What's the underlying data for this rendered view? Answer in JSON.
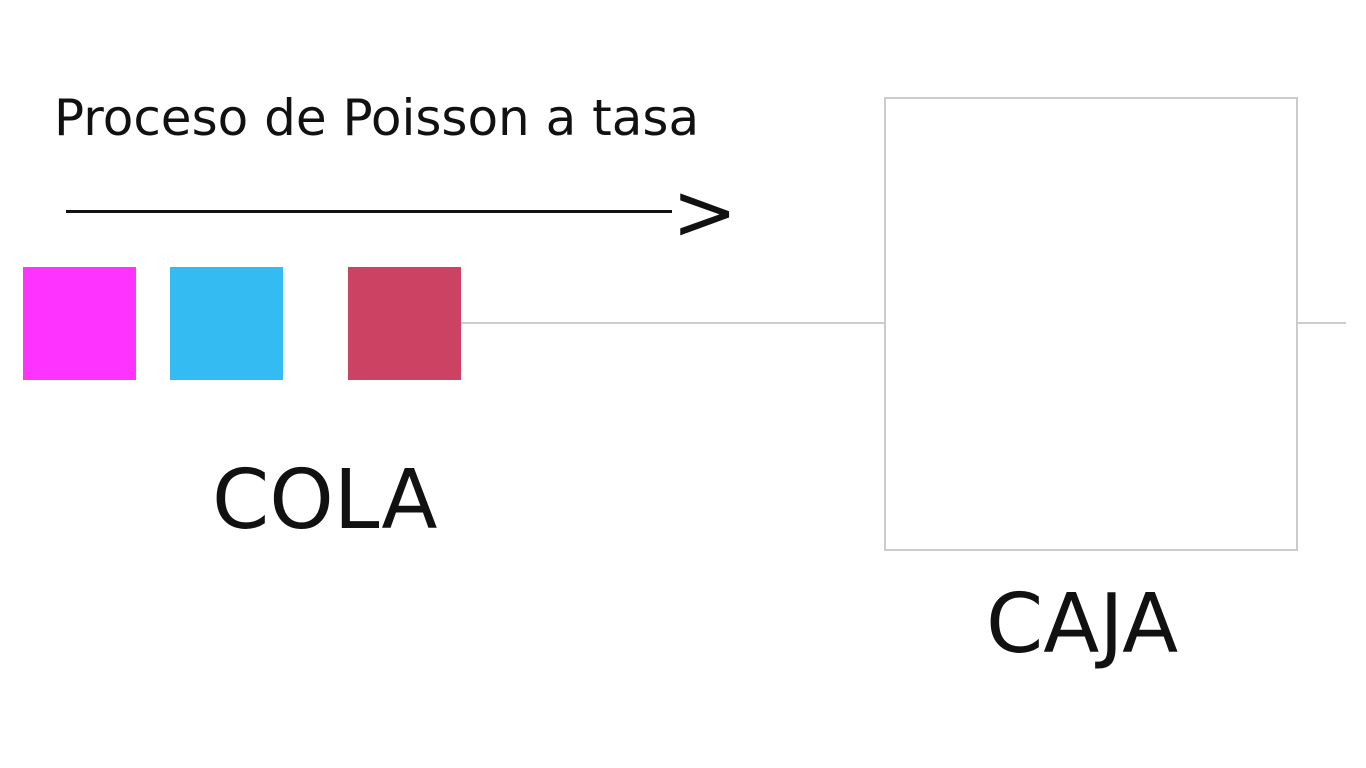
{
  "diagram": {
    "arrival_label": "Proceso de Poisson a tasa",
    "arrow_head": ">",
    "queue_label": "COLA",
    "server_label": "CAJA"
  },
  "customers": [
    {
      "color": "#ff33ff"
    },
    {
      "color": "#33bbf2"
    },
    {
      "color": "#cc4262"
    }
  ],
  "colors": {
    "line": "#cccccc",
    "text": "#111111"
  }
}
